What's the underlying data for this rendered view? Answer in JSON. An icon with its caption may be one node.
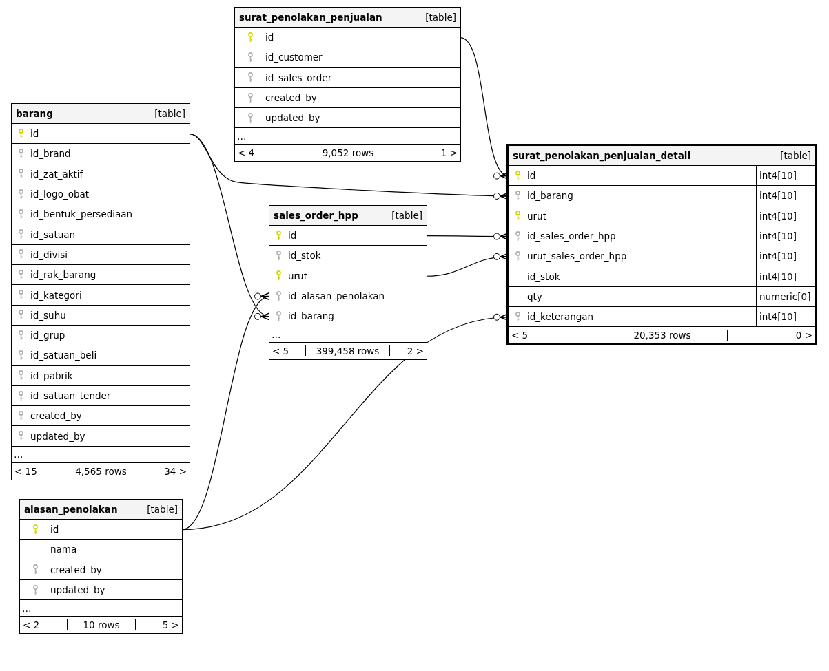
{
  "diagram": {
    "nodes": [
      {
        "text": [
          "surat_penolakan_penjualan",
          "[table]"
        ]
      },
      {
        "text": [
          "id"
        ],
        "in": 0
      },
      {
        "text": [
          "id_customer"
        ],
        "in": 0
      },
      {
        "text": [
          "id_sales_order"
        ],
        "in": 0
      },
      {
        "text": [
          "created_by"
        ],
        "in": 0
      },
      {
        "text": [
          "updated_by"
        ],
        "in": 0
      },
      {
        "text": [
          "…"
        ],
        "in": 0
      },
      {
        "text": [
          "< 4",
          "9,052 rows",
          "1 >"
        ],
        "in": 0
      },
      {
        "text": [
          "barang",
          "[table]"
        ]
      },
      {
        "text": [
          "id"
        ],
        "in": 8
      },
      {
        "text": [
          "id_brand"
        ],
        "in": 8
      },
      {
        "text": [
          "id_zat_aktif"
        ],
        "in": 8
      },
      {
        "text": [
          "id_logo_obat"
        ],
        "in": 8
      },
      {
        "text": [
          "id_bentuk_persediaan"
        ],
        "in": 8
      },
      {
        "text": [
          "id_satuan"
        ],
        "in": 8
      },
      {
        "text": [
          "id_divisi"
        ],
        "in": 8
      },
      {
        "text": [
          "id_rak_barang"
        ],
        "in": 8
      },
      {
        "text": [
          "id_kategori"
        ],
        "in": 8
      },
      {
        "text": [
          "id_suhu"
        ],
        "in": 8
      },
      {
        "text": [
          "id_grup"
        ],
        "in": 8
      },
      {
        "text": [
          "id_satuan_beli"
        ],
        "in": 8
      },
      {
        "text": [
          "id_pabrik"
        ],
        "in": 8
      },
      {
        "text": [
          "id_satuan_tender"
        ],
        "in": 8
      },
      {
        "text": [
          "created_by"
        ],
        "in": 8
      },
      {
        "text": [
          "updated_by"
        ],
        "in": 8
      },
      {
        "text": [
          "…"
        ],
        "in": 8
      },
      {
        "text": [
          "< 15",
          "4,565 rows",
          "34 >"
        ],
        "in": 8
      },
      {
        "text": [
          "surat_penolakan_penjualan_detail",
          "[table]"
        ]
      },
      {
        "text": [
          "id",
          "int4[10]"
        ],
        "in": 27
      },
      {
        "text": [
          "id_barang",
          "int4[10]"
        ],
        "in": 27
      },
      {
        "text": [
          "urut",
          "int4[10]"
        ],
        "in": 27
      },
      {
        "text": [
          "id_sales_order_hpp",
          "int4[10]"
        ],
        "in": 27
      },
      {
        "text": [
          "urut_sales_order_hpp",
          "int4[10]"
        ],
        "in": 27
      },
      {
        "text": [
          "id_stok",
          "int4[10]"
        ],
        "in": 27
      },
      {
        "text": [
          "qty",
          "numeric[0]"
        ],
        "in": 27
      },
      {
        "text": [
          "id_keterangan",
          "int4[10]"
        ],
        "in": 27
      },
      {
        "text": [
          "< 5",
          "20,353 rows",
          "0 >"
        ],
        "in": 27
      },
      {
        "text": [
          "sales_order_hpp",
          "[table]"
        ]
      },
      {
        "text": [
          "id"
        ],
        "in": 37
      },
      {
        "text": [
          "id_stok"
        ],
        "in": 37
      },
      {
        "text": [
          "urut"
        ],
        "in": 37
      },
      {
        "text": [
          "id_alasan_penolakan"
        ],
        "in": 37
      },
      {
        "text": [
          "id_barang"
        ],
        "in": 37
      },
      {
        "text": [
          "…"
        ],
        "in": 37
      },
      {
        "text": [
          "< 5",
          "399,458 rows",
          "2 >"
        ],
        "in": 37
      },
      {
        "text": [
          "alasan_penolakan",
          "[table]"
        ]
      },
      {
        "text": [
          "id"
        ],
        "in": 45
      },
      {
        "text": [
          "nama"
        ],
        "in": 45
      },
      {
        "text": [
          "created_by"
        ],
        "in": 45
      },
      {
        "text": [
          "updated_by"
        ],
        "in": 45
      },
      {
        "text": [
          "…"
        ],
        "in": 45
      },
      {
        "text": [
          "< 2",
          "10 rows",
          "5 >"
        ],
        "in": 45
      }
    ],
    "edges": [
      {
        "from": 1,
        "to": 28,
        "arrow": "other"
      },
      {
        "from": 9,
        "to": 29,
        "arrow": "other"
      },
      {
        "from": 9,
        "to": 42,
        "arrow": "other"
      },
      {
        "from": 38,
        "to": 31,
        "arrow": "other"
      },
      {
        "from": 40,
        "to": 32,
        "arrow": "other"
      },
      {
        "from": 46,
        "to": 41,
        "arrow": "other"
      },
      {
        "from": 46,
        "to": 35,
        "arrow": "other"
      }
    ]
  }
}
